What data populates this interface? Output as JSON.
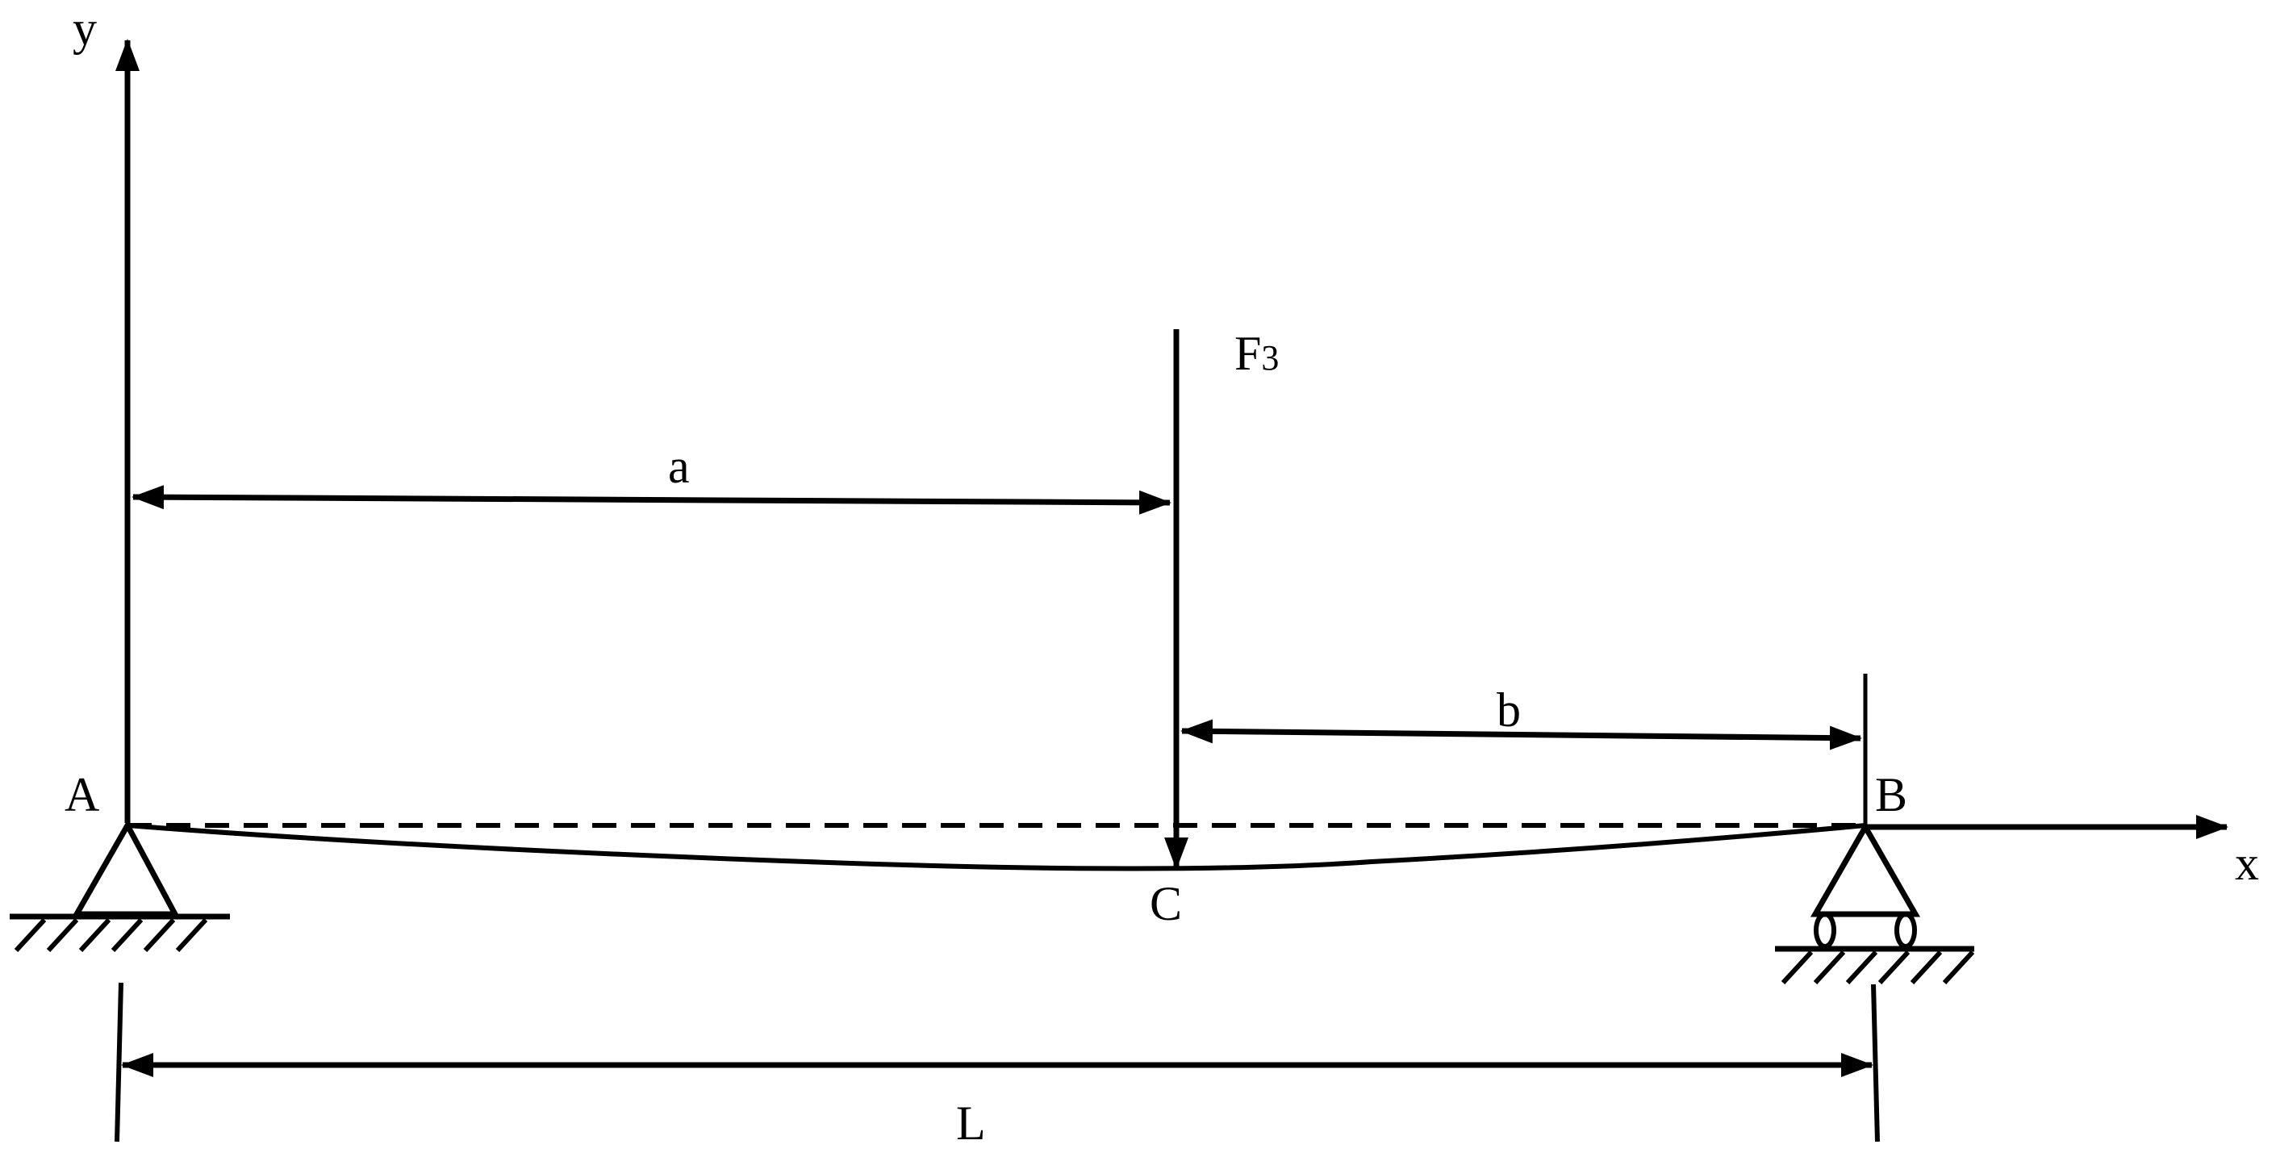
{
  "labels": {
    "y_axis": "y",
    "x_axis": "x",
    "point_a": "A",
    "point_b": "B",
    "point_c": "C",
    "force_symbol": "F",
    "force_subscript": "3",
    "dim_a": "a",
    "dim_b": "b",
    "dim_l": "L"
  },
  "colors": {
    "ink": "#000000",
    "background": "#ffffff"
  },
  "elements": {
    "left_support": "pin-support",
    "right_support": "roller-support",
    "beam_undeformed": "dashed-line",
    "beam_deflected": "deflection-curve",
    "load": "downward-point-load"
  }
}
